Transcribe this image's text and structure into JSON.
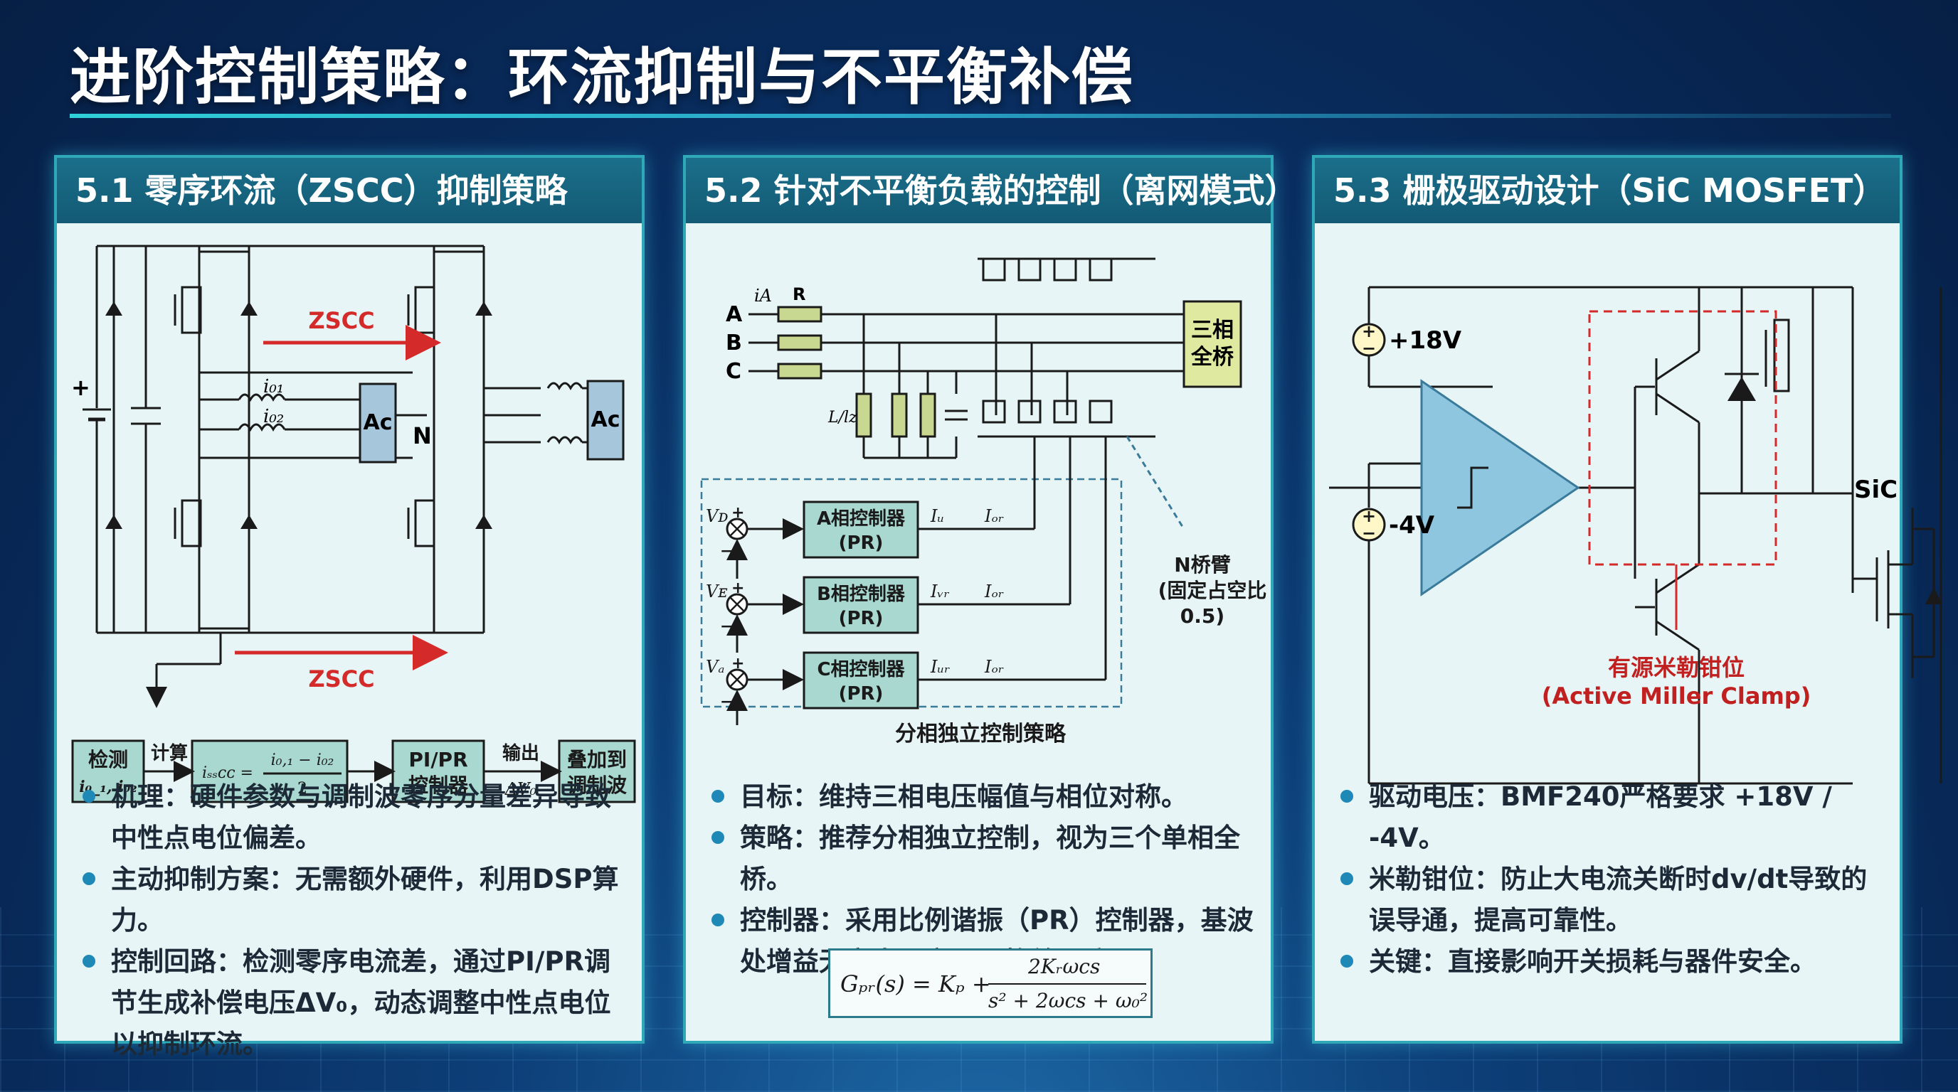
{
  "title": "进阶控制策略：环流抑制与不平衡补偿",
  "panels": [
    {
      "header": "5.1 零序环流（ZSCC）抑制策略",
      "diagram": {
        "zscc_label": "ZSCC",
        "i01": "i₀₁",
        "i02": "i₀₂",
        "ac": "Aᴄ",
        "n_label": "N",
        "plus": "+",
        "calc_label": "计算",
        "output_label": "输出",
        "box_detect_line1": "检测",
        "box_detect_line2": "i₀_₁, i₀₂",
        "box_formula_lhs": "iₛₛᴄᴄ =",
        "box_formula_num": "i₀,₁ − i₀₂",
        "box_formula_den": "2",
        "box_pi_line1": "PI/PR",
        "box_pi_line2": "控制器",
        "delta_v0": "ΔV₀",
        "box_add_line1": "叠加到",
        "box_add_line2": "调制波"
      },
      "bullets": [
        "机理：硬件参数与调制波零序分量差异导致中性点电位偏差。",
        "主动抑制方案：无需额外硬件，利用DSP算力。",
        "控制回路：检测零序电流差，通过PI/PR调节生成补偿电压ΔV₀，动态调整中性点电位以抑制环流。"
      ]
    },
    {
      "header": "5.2 针对不平衡负载的控制（离网模式）",
      "diagram": {
        "phases": [
          "A",
          "B",
          "C"
        ],
        "ia_label": "iA",
        "r_label": "R",
        "load_label": "L/lz",
        "bridge_line1": "三相",
        "bridge_line2": "全桥",
        "controllers": [
          {
            "ref": "Vᴅ",
            "name_line1": "A相控制器",
            "name_line2": "(PR)",
            "i1": "Iᵤ",
            "i2": "Iₒᵣ"
          },
          {
            "ref": "Vᴇ",
            "name_line1": "B相控制器",
            "name_line2": "(PR)",
            "i1": "Iᵥᵣ",
            "i2": "Iₒᵣ"
          },
          {
            "ref": "Vₐ",
            "name_line1": "C相控制器",
            "name_line2": "(PR)",
            "i1": "Iᵤᵣ",
            "i2": "Iₒᵣ"
          }
        ],
        "sum_plus": "+",
        "sum_minus": "−",
        "n_bridge_line1": "N桥臂",
        "n_bridge_line2": "(固定占空比",
        "n_bridge_line3": "0.5)",
        "caption": "分相独立控制策略"
      },
      "bullets": [
        "目标：维持三相电压幅值与相位对称。",
        "策略：推荐分相独立控制，视为三个单相全桥。",
        "控制器：采用比例谐振（PR）控制器，基波处增益无穷大，实现无静差跟踪。"
      ],
      "formula": {
        "lhs": "Gₚᵣ(s) = Kₚ +",
        "numerator": "2Kᵣωcs",
        "denominator": "s² + 2ωcs + ω₀²"
      }
    },
    {
      "header": "5.3 栅极驱动设计（SiC MOSFET）",
      "diagram": {
        "v_pos": "+18V",
        "v_neg": "-4V",
        "sic_label": "SiC",
        "plus": "+",
        "minus": "−",
        "clamp_line1": "有源米勒钳位",
        "clamp_line2": "(Active Miller Clamp)"
      },
      "bullets": [
        "驱动电压：BMF240严格要求 +18V / -4V。",
        "米勒钳位：防止大电流关断时dv/dt导致的误导通，提高可靠性。",
        "关键：直接影响开关损耗与器件安全。"
      ]
    }
  ],
  "colors": {
    "accent_red": "#d42a2a",
    "box_fill": "#a8d8d0",
    "triangle_fill": "#8ec6e0",
    "bridge_fill": "#dfeaa0",
    "resistor_fill": "#c8d890"
  }
}
